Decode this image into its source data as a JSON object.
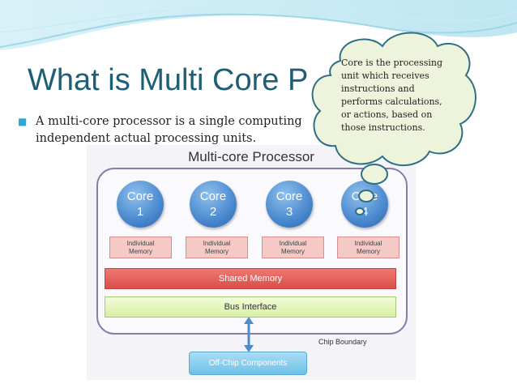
{
  "slide": {
    "title": "What is Multi Core P",
    "bullet": {
      "line1": "A multi-core processor is a single computing",
      "line2": "independent actual processing units."
    }
  },
  "diagram": {
    "title": "Multi-core Processor",
    "cores": [
      {
        "label": "Core",
        "number": "1"
      },
      {
        "label": "Core",
        "number": "2"
      },
      {
        "label": "Core",
        "number": "3"
      },
      {
        "label": "Core",
        "number": "4"
      }
    ],
    "memory_line1": "Individual",
    "memory_line2": "Memory",
    "shared_memory": "Shared Memory",
    "bus_interface": "Bus Interface",
    "chip_boundary": "Chip Boundary",
    "off_chip": "Off-Chip Components"
  },
  "callout": {
    "lines": [
      "Core is the processing",
      "unit which receives",
      "instructions and",
      "performs calculations,",
      "or actions, based on",
      "those instructions."
    ]
  },
  "colors": {
    "title": "#1f5f75",
    "bullet_mark": "#2aa9d3",
    "cloud_fill": "#eef3dc",
    "cloud_stroke": "#2f6f86"
  }
}
